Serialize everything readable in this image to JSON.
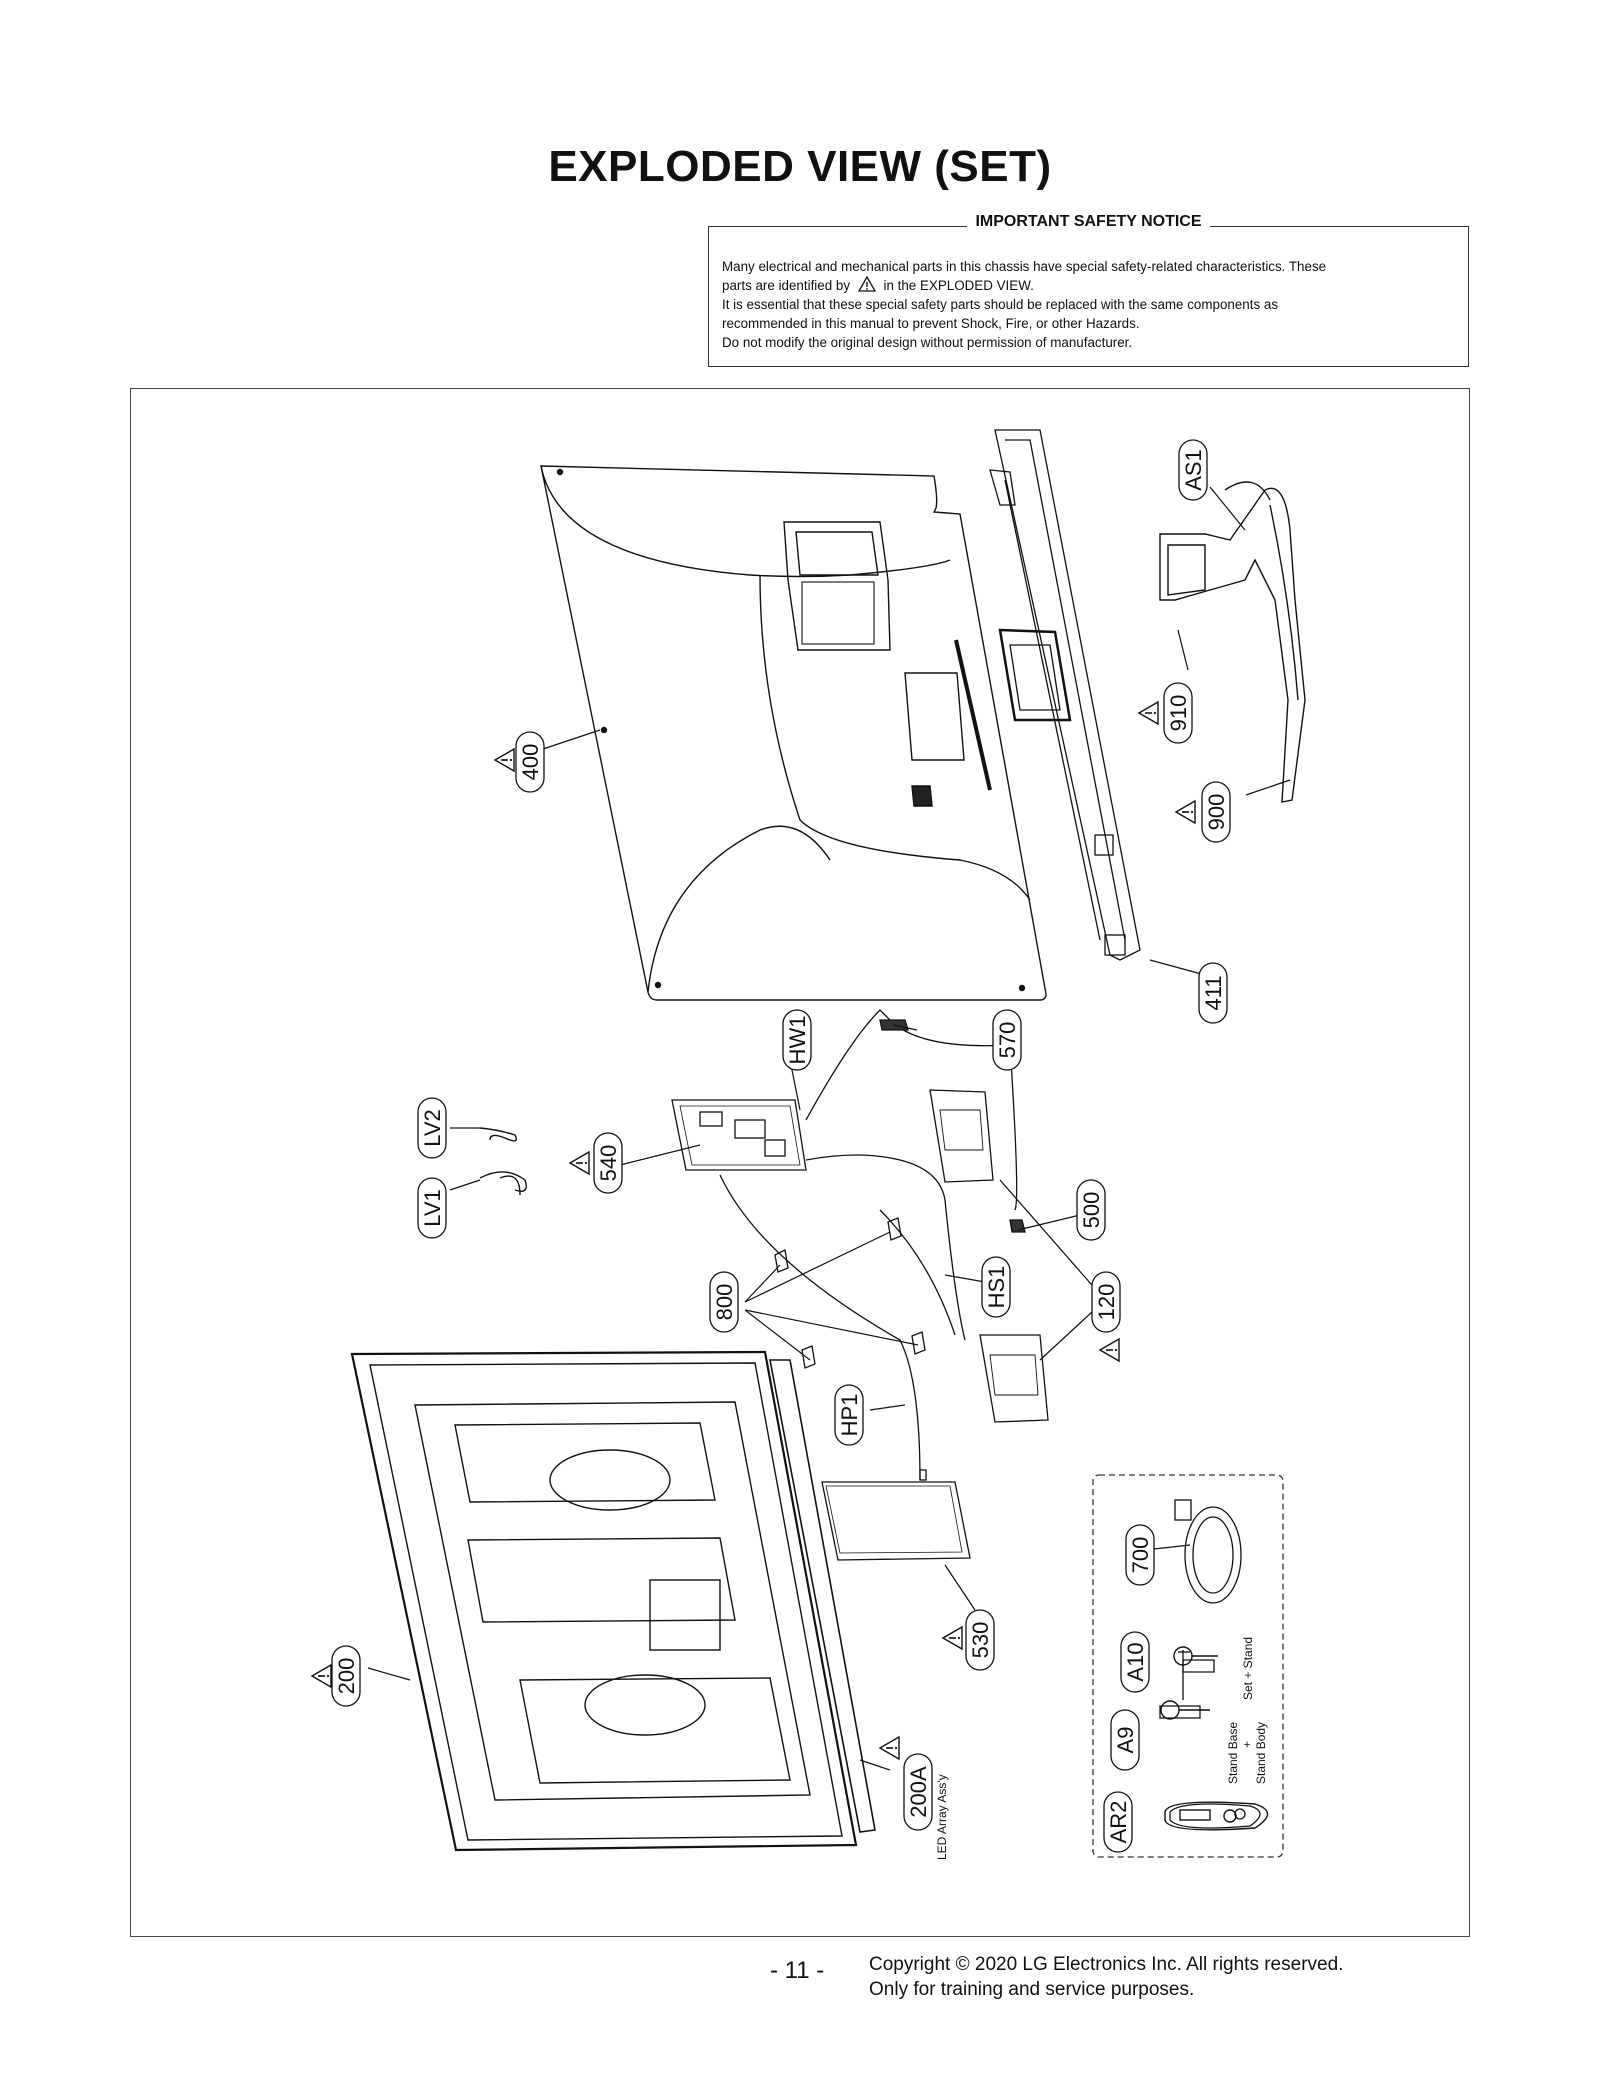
{
  "title": "EXPLODED VIEW (SET)",
  "notice": {
    "heading": "IMPORTANT SAFETY NOTICE",
    "line1": "Many electrical and mechanical parts in this chassis have special safety-related characteristics. These",
    "line2a": "parts are identified by",
    "line2b": "in the EXPLODED VIEW.",
    "line3": "It is essential that these special safety parts should be replaced with the same components as",
    "line4": "recommended in this manual to prevent Shock, Fire, or other Hazards.",
    "line5": "Do not modify the original design without permission of manufacturer."
  },
  "parts": {
    "p400": "400",
    "p411": "411",
    "pAS1": "AS1",
    "p910": "910",
    "p900": "900",
    "p570": "570",
    "pHW1": "HW1",
    "p540": "540",
    "pLV2": "LV2",
    "pLV1": "LV1",
    "p500": "500",
    "p800": "800",
    "pHS1": "HS1",
    "p120": "120",
    "pHP1": "HP1",
    "p700": "700",
    "p530": "530",
    "p200": "200",
    "pA10": "A10",
    "pA9": "A9",
    "pAR2": "AR2",
    "p200A": "200A"
  },
  "annotations": {
    "led_array": "LED Array Ass'y",
    "set_stand": "Set + Stand",
    "stand_base": "Stand Base",
    "plus": "+",
    "stand_body": "Stand Body"
  },
  "footer": {
    "page": "- 11 -",
    "copyright": "Copyright © 2020 LG Electronics Inc. All rights reserved.",
    "training": "Only for training and service purposes."
  }
}
